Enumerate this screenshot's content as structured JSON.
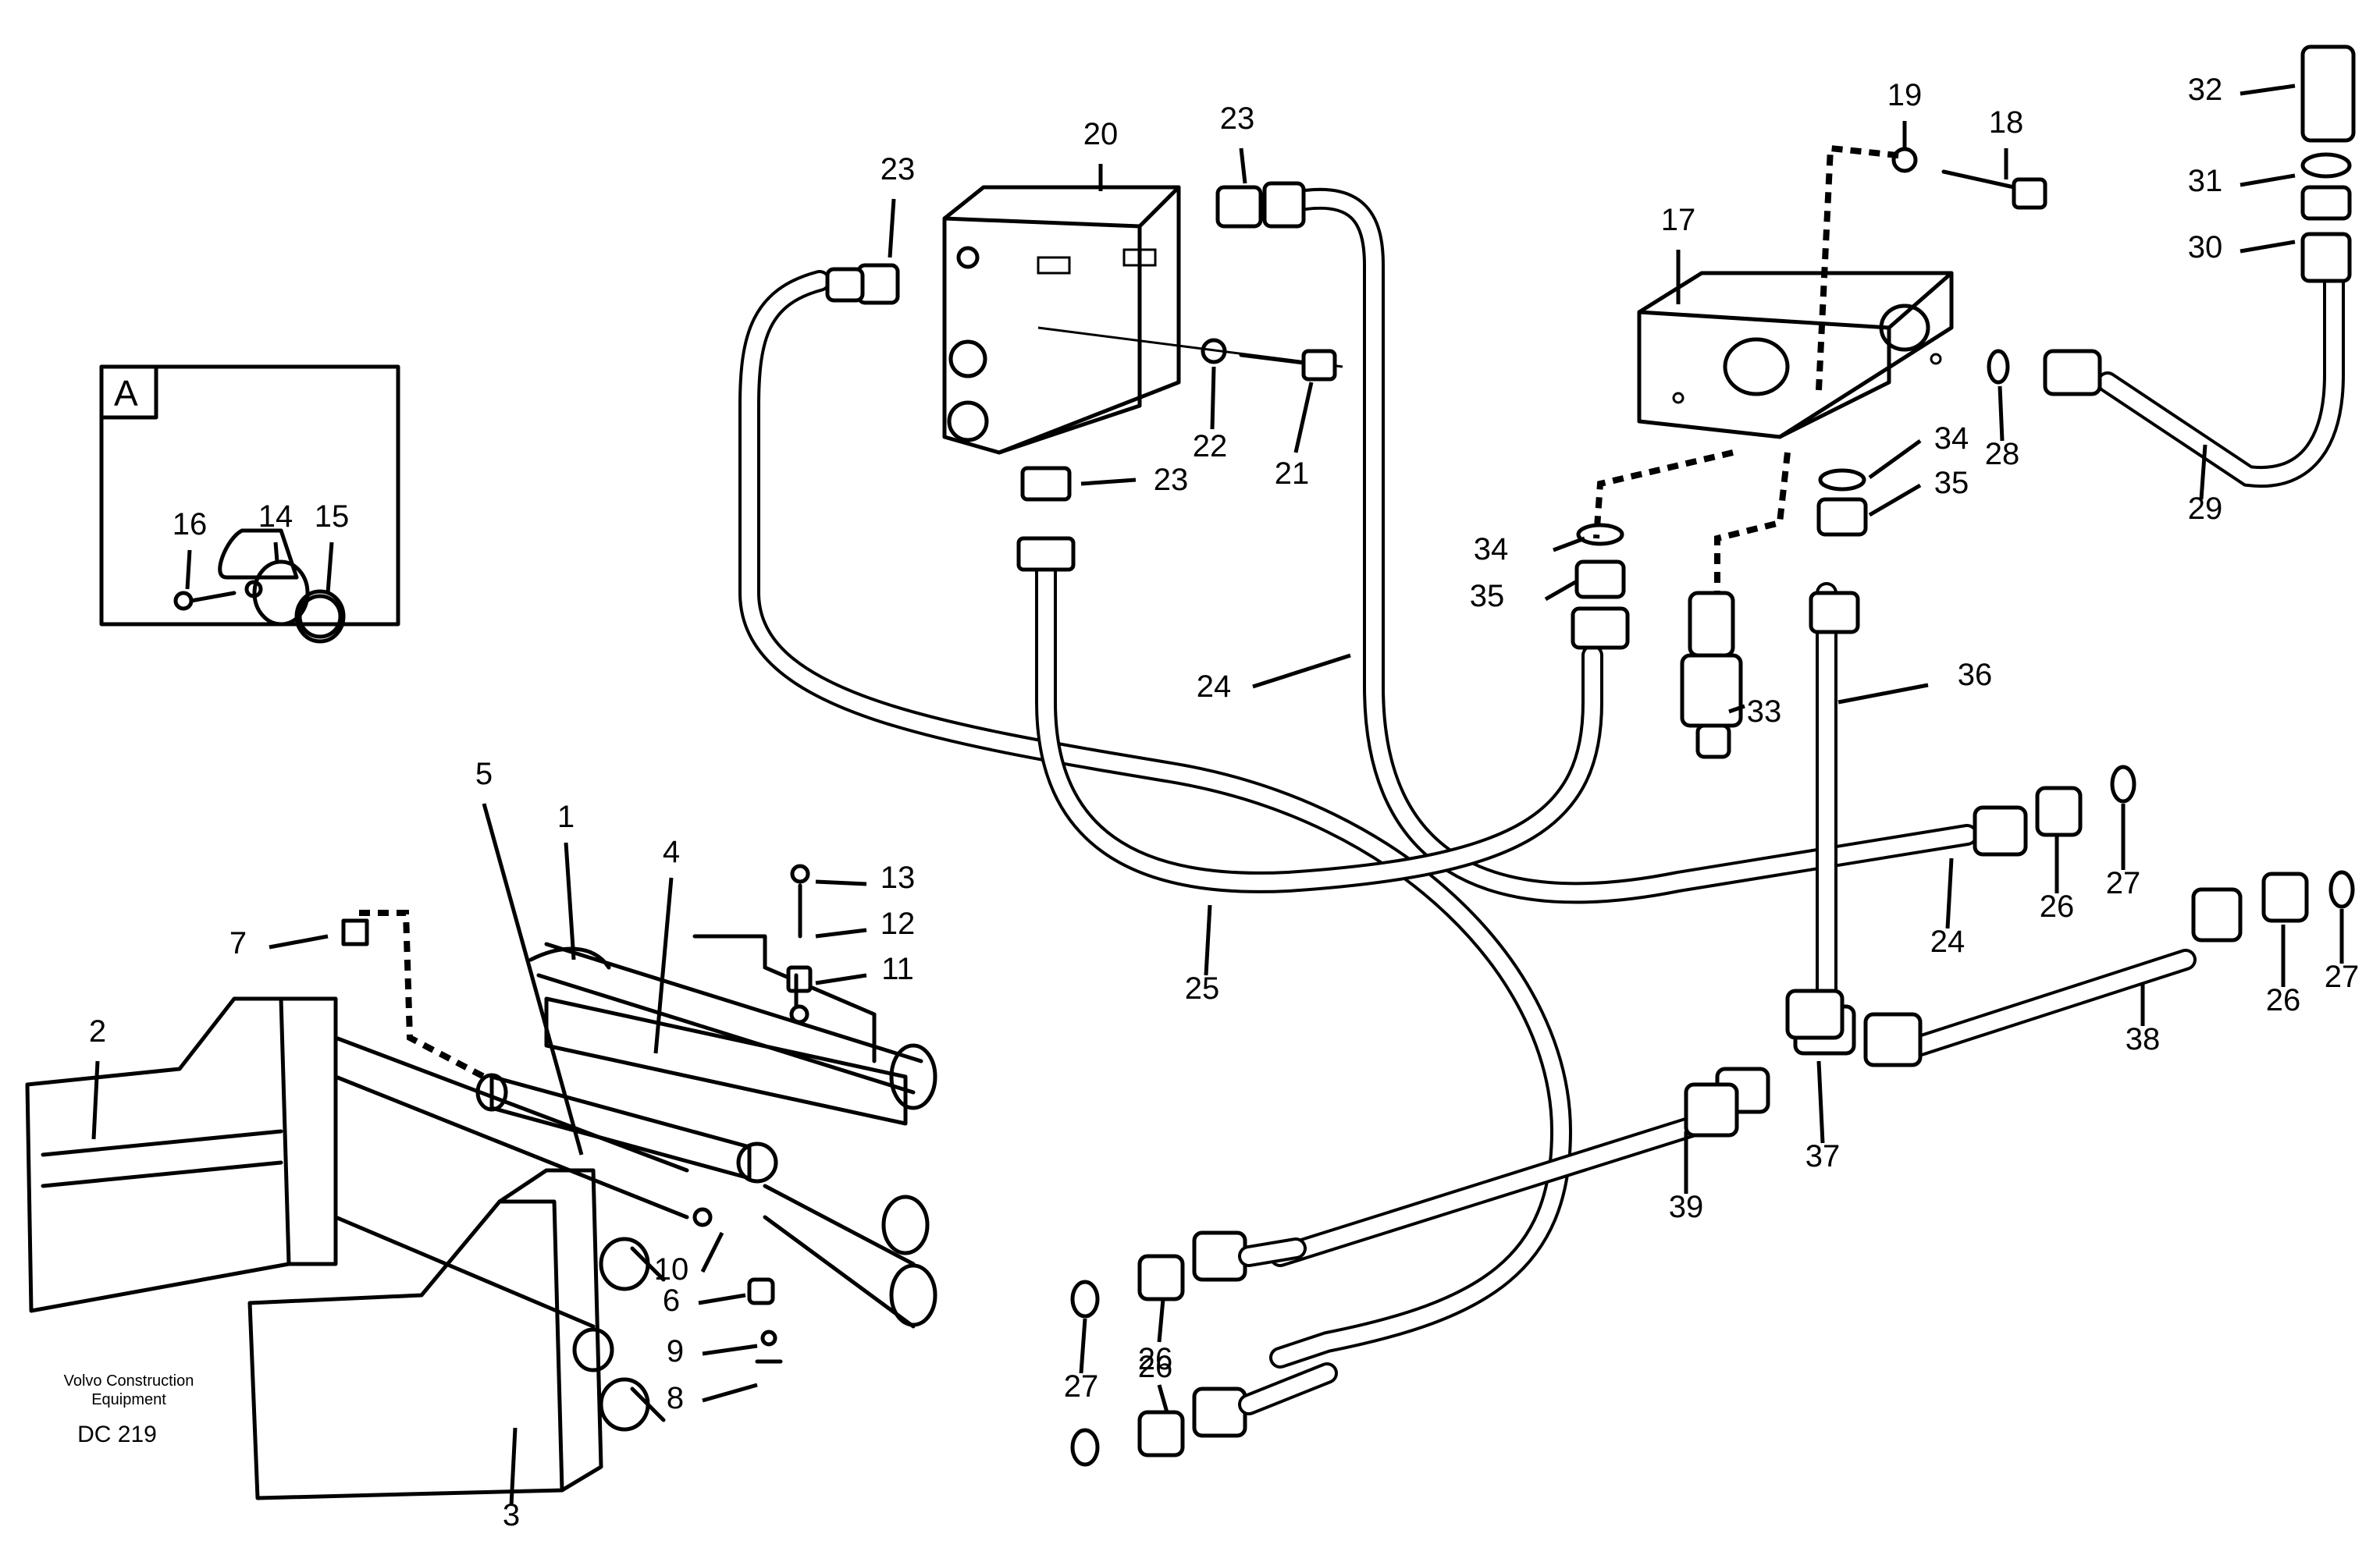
{
  "callouts": [
    {
      "id": "1",
      "text": "1"
    },
    {
      "id": "2",
      "text": "2"
    },
    {
      "id": "3",
      "text": "3"
    },
    {
      "id": "4",
      "text": "4"
    },
    {
      "id": "5",
      "text": "5"
    },
    {
      "id": "6",
      "text": "6"
    },
    {
      "id": "7",
      "text": "7"
    },
    {
      "id": "8",
      "text": "8"
    },
    {
      "id": "9",
      "text": "9"
    },
    {
      "id": "10",
      "text": "10"
    },
    {
      "id": "11",
      "text": "11"
    },
    {
      "id": "12",
      "text": "12"
    },
    {
      "id": "13",
      "text": "13"
    },
    {
      "id": "14",
      "text": "14"
    },
    {
      "id": "15",
      "text": "15"
    },
    {
      "id": "16",
      "text": "16"
    },
    {
      "id": "17",
      "text": "17"
    },
    {
      "id": "18",
      "text": "18"
    },
    {
      "id": "19",
      "text": "19"
    },
    {
      "id": "20",
      "text": "20"
    },
    {
      "id": "21",
      "text": "21"
    },
    {
      "id": "22",
      "text": "22"
    },
    {
      "id": "23",
      "text": "23"
    },
    {
      "id": "24",
      "text": "24"
    },
    {
      "id": "25",
      "text": "25"
    },
    {
      "id": "26",
      "text": "26"
    },
    {
      "id": "27",
      "text": "27"
    },
    {
      "id": "28",
      "text": "28"
    },
    {
      "id": "29",
      "text": "29"
    },
    {
      "id": "30",
      "text": "30"
    },
    {
      "id": "31",
      "text": "31"
    },
    {
      "id": "32",
      "text": "32"
    },
    {
      "id": "33",
      "text": "33"
    },
    {
      "id": "34",
      "text": "34"
    },
    {
      "id": "35",
      "text": "35"
    },
    {
      "id": "36",
      "text": "36"
    },
    {
      "id": "37",
      "text": "37"
    },
    {
      "id": "38",
      "text": "38"
    },
    {
      "id": "39",
      "text": "39"
    }
  ],
  "inset": {
    "label": "A"
  },
  "caption": {
    "line1": "Volvo Construction",
    "line2": "Equipment",
    "code": "DC 219"
  }
}
